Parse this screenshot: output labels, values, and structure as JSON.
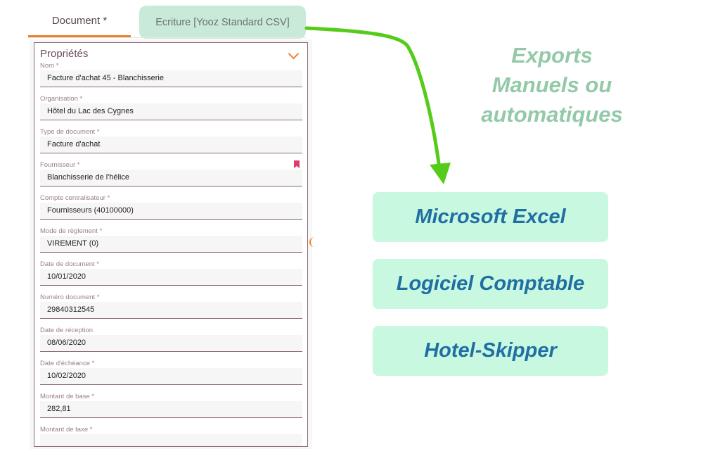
{
  "tabs": {
    "document": "Document *",
    "ecriture": "Ecriture [Yooz Standard CSV]"
  },
  "section": {
    "title": "Propriétés"
  },
  "fields": [
    {
      "label": "Nom *",
      "value": "Facture d'achat 45 - Blanchisserie"
    },
    {
      "label": "Organisation *",
      "value": "Hôtel du Lac des Cygnes"
    },
    {
      "label": "Type de document *",
      "value": "Facture d'achat"
    },
    {
      "label": "Fournisseur *",
      "value": "Blanchisserie de l'hélice"
    },
    {
      "label": "Compte centralisateur *",
      "value": "Fournisseurs (40100000)"
    },
    {
      "label": "Mode de règlement *",
      "value": "VIREMENT (0)"
    },
    {
      "label": "Date de document *",
      "value": "10/01/2020"
    },
    {
      "label": "Numéro document *",
      "value": "29840312545"
    },
    {
      "label": "Date de réception",
      "value": "08/06/2020"
    },
    {
      "label": "Date d'échéance *",
      "value": "10/02/2020"
    },
    {
      "label": "Montant de base *",
      "value": "282,81"
    },
    {
      "label": "Montant de taxe *",
      "value": ""
    }
  ],
  "exports": {
    "heading_line1": "Exports",
    "heading_line2": "Manuels ou",
    "heading_line3": "automatiques",
    "buttons": [
      "Microsoft Excel",
      "Logiciel Comptable",
      "Hotel-Skipper"
    ]
  },
  "colors": {
    "accent_orange": "#f07f2e",
    "arrow_green": "#55cc1a",
    "export_text": "#93c9a8",
    "button_bg": "#c9f8e0",
    "button_text": "#1f6fa3",
    "bookmark": "#e23a6b"
  },
  "icons": {
    "section_toggle": "chevron-down-icon",
    "fournisseur_flag": "bookmark-icon"
  }
}
